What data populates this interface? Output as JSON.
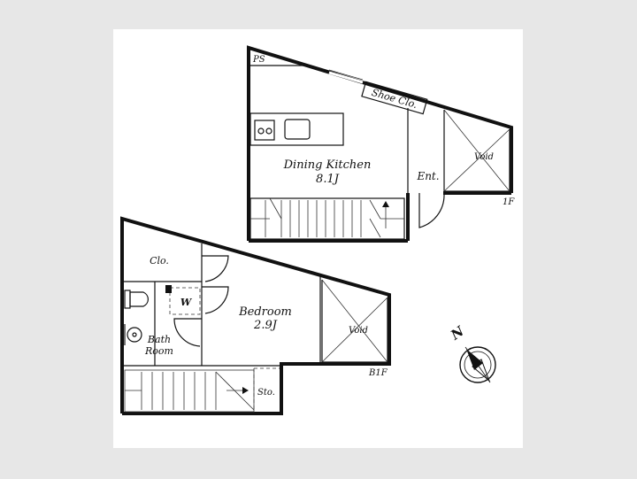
{
  "floors": {
    "upper": {
      "floor_label": "1F",
      "corner_label": "PS",
      "rooms": {
        "dining_name": "Dining Kitchen",
        "dining_size": "8.1J",
        "shoe_closet": "Shoe Clo.",
        "entrance": "Ent.",
        "void": "Void"
      }
    },
    "lower": {
      "floor_label": "B1F",
      "rooms": {
        "closet": "Clo.",
        "washer": "W",
        "bedroom_name": "Bedroom",
        "bedroom_size": "2.9J",
        "bath_line1": "Bath",
        "bath_line2": "Room",
        "void": "Void",
        "storage": "Sto."
      }
    }
  },
  "compass": {
    "north_label": "N"
  }
}
